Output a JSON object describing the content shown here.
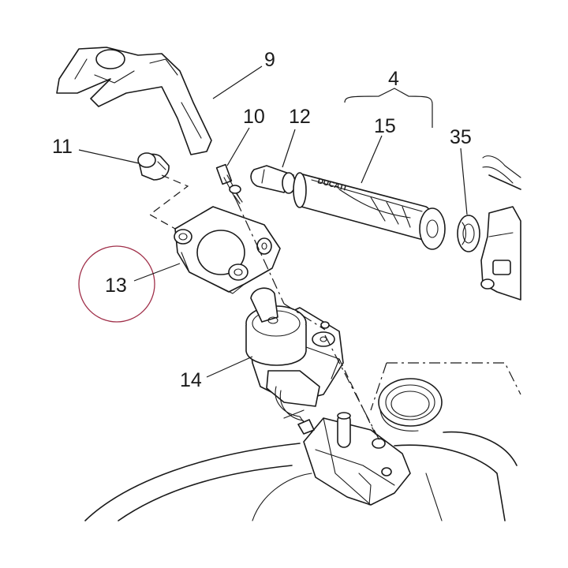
{
  "callouts": {
    "c4": "4",
    "c9": "9",
    "c10": "10",
    "c11": "11",
    "c12": "12",
    "c13": "13",
    "c14": "14",
    "c15": "15",
    "c35": "35"
  },
  "grip_brand": "DUCATI",
  "colors": {
    "highlight_circle": "#a0304a",
    "line": "#1a1a1a"
  }
}
